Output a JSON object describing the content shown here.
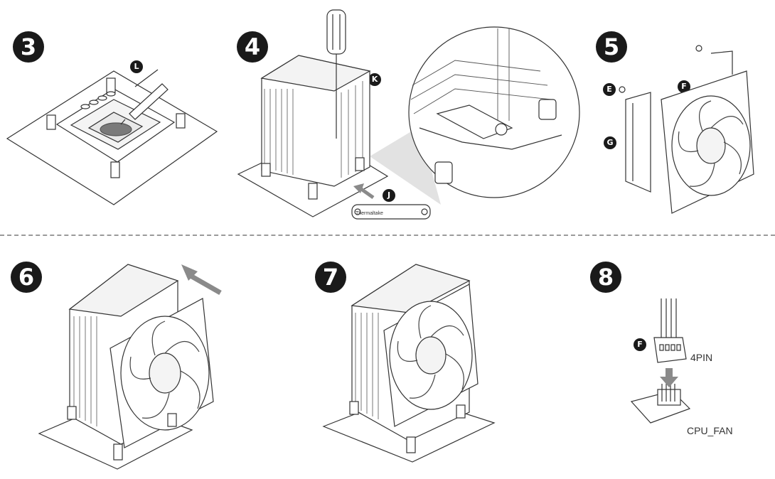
{
  "steps": {
    "s3": {
      "number": "3",
      "parts": [
        "L"
      ]
    },
    "s4": {
      "number": "4",
      "parts": [
        "K",
        "J",
        "J"
      ],
      "bracket_text": "Thermaltake"
    },
    "s5": {
      "number": "5",
      "parts": [
        "E",
        "F",
        "G"
      ]
    },
    "s6": {
      "number": "6"
    },
    "s7": {
      "number": "7"
    },
    "s8": {
      "number": "8",
      "parts": [
        "F"
      ],
      "connector_label": "4PIN",
      "header_label": "CPU_FAN"
    }
  },
  "colors": {
    "ink": "#1a1a1a",
    "line": "#333333",
    "divider": "#9a9a9a",
    "arrow": "#8a8a8a",
    "paste": "#7a7a7a"
  }
}
